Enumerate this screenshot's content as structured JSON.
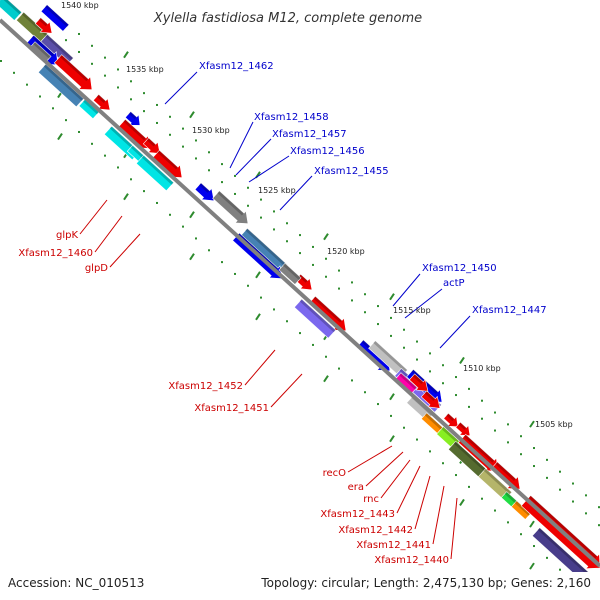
{
  "title": "Xylella fastidiosa M12, complete genome",
  "footer": {
    "accession": "Accession: NC_010513",
    "topology": "Topology: circular; Length: 2,475,130 bp; Genes: 2,160"
  },
  "colors": {
    "backbone": "#808080",
    "forward_label": "#0000cc",
    "reverse_label": "#cc0000",
    "tick": "#2e8b2e"
  },
  "scale_labels": [
    "1540 kbp",
    "1535 kbp",
    "1530 kbp",
    "1525 kbp",
    "1520 kbp",
    "1515 kbp",
    "1510 kbp",
    "1505 kbp"
  ],
  "forward_gene_labels": [
    "Xfasm12_1462",
    "Xfasm12_1458",
    "Xfasm12_1457",
    "Xfasm12_1456",
    "Xfasm12_1455",
    "Xfasm12_1450",
    "actP",
    "Xfasm12_1447"
  ],
  "reverse_gene_labels": [
    "glpK",
    "Xfasm12_1460",
    "glpD",
    "Xfasm12_1452",
    "Xfasm12_1451",
    "recO",
    "era",
    "rnc",
    "Xfasm12_1443",
    "Xfasm12_1442",
    "Xfasm12_1441",
    "Xfasm12_1440"
  ],
  "features": [
    {
      "color": "#00cccc",
      "strand": "forward"
    },
    {
      "color": "#708238",
      "strand": "forward"
    },
    {
      "color": "#5b4fa8",
      "strand": "forward"
    },
    {
      "color": "#0000ee",
      "strand": "forward"
    },
    {
      "color": "#ee0000",
      "strand": "reverse"
    },
    {
      "color": "#808080",
      "strand": "reverse"
    },
    {
      "color": "#4682b4",
      "strand": "reverse"
    },
    {
      "color": "#00e5e5",
      "strand": "reverse"
    },
    {
      "color": "#7b68ee",
      "strand": "reverse"
    },
    {
      "color": "#ff00aa",
      "strand": "reverse"
    },
    {
      "color": "#c0c0c0",
      "strand": "reverse"
    },
    {
      "color": "#ff8c00",
      "strand": "reverse"
    },
    {
      "color": "#88ee22",
      "strand": "reverse"
    },
    {
      "color": "#556b2f",
      "strand": "reverse"
    },
    {
      "color": "#b5b56a",
      "strand": "reverse"
    },
    {
      "color": "#22dd44",
      "strand": "reverse"
    },
    {
      "color": "#483d8b",
      "strand": "reverse"
    }
  ]
}
